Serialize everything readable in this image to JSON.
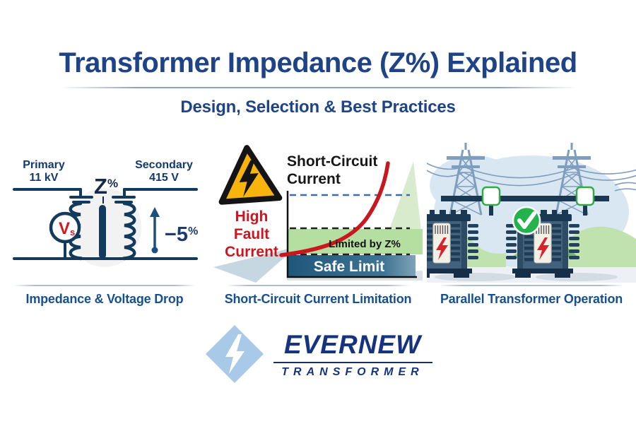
{
  "header": {
    "title": "Transformer Impedance (Z%) Explained",
    "subtitle": "Design, Selection & Best Practices"
  },
  "panels": {
    "impedance": {
      "caption": "Impedance & Voltage Drop",
      "primary_label": "Primary",
      "primary_value": "11 kV",
      "secondary_label": "Secondary",
      "secondary_value": "415 V",
      "z_symbol": "Z",
      "z_pct": "%",
      "source_symbol": "V",
      "source_sub": "s",
      "drop_value": "−5",
      "drop_pct": "%"
    },
    "short_circuit": {
      "caption": "Short-Circuit Current Limitation",
      "chart_title_line1": "Short-Circuit",
      "chart_title_line2": "Current",
      "high_fault": [
        "High",
        "Fault",
        "Current"
      ],
      "limited_label": "Limited by Z%",
      "safe_label": "Safe Limit"
    },
    "parallel": {
      "caption": "Parallel Transformer Operation"
    }
  },
  "logo": {
    "brand": "EVERNEW",
    "tagline": "TRANSFORMER"
  },
  "icons": {
    "warning": "warning-triangle-icon",
    "fault_bolt": "lightning-bolt-icon",
    "check": "check-circle-icon",
    "logo_mark": "diamond-lightning-bolt-icon"
  },
  "colors": {
    "title_navy": "#1e4386",
    "caption_navy": "#17508f",
    "circuit_navy": "#123a5c",
    "alert_red": "#c9161f",
    "warning_yellow": "#f8b40d",
    "limited_green": "#b5dfa1",
    "safe_limit_blue": "#27597a",
    "dashed_blue": "#3c6cb4",
    "check_green": "#23b24b",
    "pylon_blue": "#7f9dbd",
    "logo_light_blue": "#a9c9e9",
    "logo_navy": "#16337f"
  }
}
